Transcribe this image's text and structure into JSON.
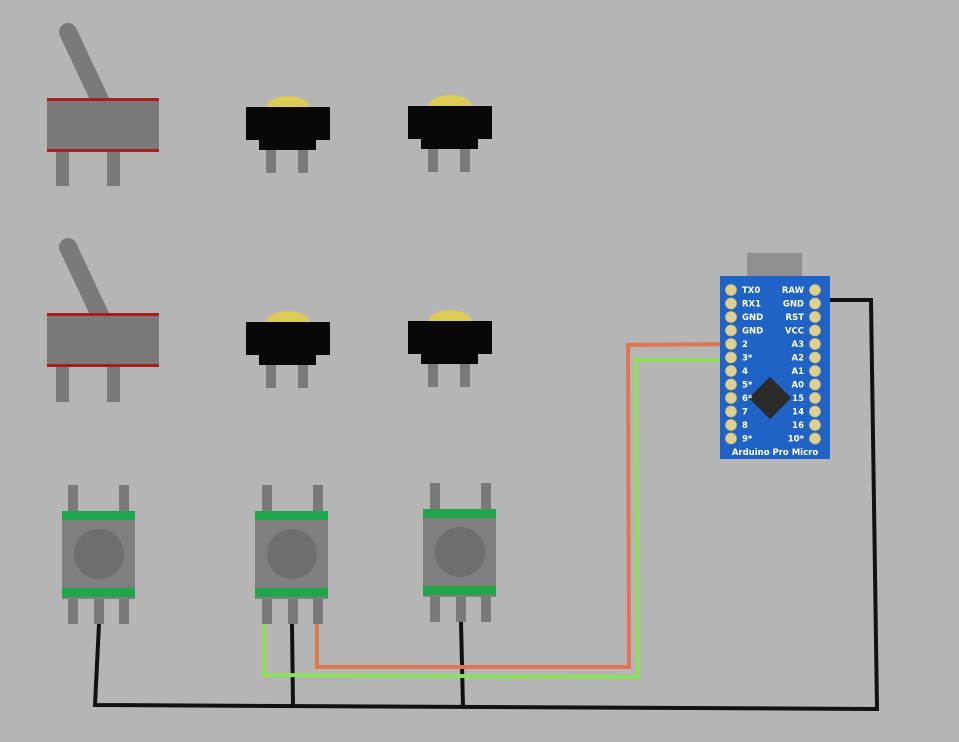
{
  "board": {
    "name": "Arduino Pro Micro",
    "left_pins": [
      "TX0",
      "RX1",
      "GND",
      "GND",
      "2",
      "3*",
      "4",
      "5*",
      "6*",
      "7",
      "8",
      "9*"
    ],
    "right_pins": [
      "RAW",
      "GND",
      "RST",
      "VCC",
      "A3",
      "A2",
      "A1",
      "A0",
      "15",
      "14",
      "16",
      "10*"
    ]
  },
  "colors": {
    "background": "#b5b5b5",
    "board_blue": "#1f63c6",
    "pad_gold": "#ddd090",
    "wire_black": "#111111",
    "wire_orange": "#e07650",
    "wire_green": "#8ee05a",
    "button_green": "#1fa64a",
    "toggle_red": "#a81e1e"
  },
  "components": {
    "toggle_switches": 2,
    "led_pushbuttons": 4,
    "tactile_buttons": 3
  }
}
